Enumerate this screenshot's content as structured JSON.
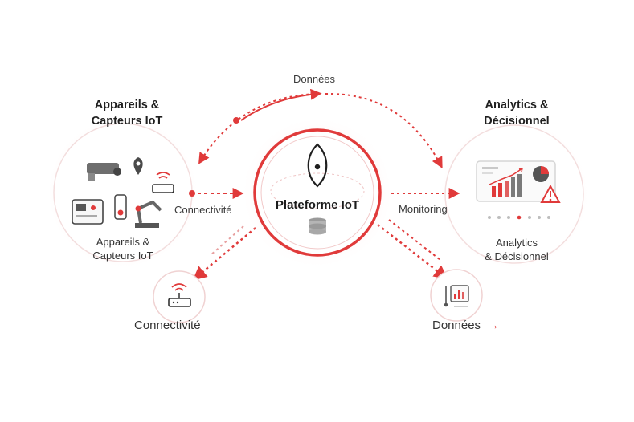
{
  "top_arc_label": "Données",
  "left_title_line1": "Appareils &",
  "left_title_line2": "Capteurs IoT",
  "right_title_line1": "Analytics &",
  "right_title_line2": "Décisionnel",
  "center_label": "Plateforme IoT",
  "left_connector_label": "Connectivité",
  "right_connector_label": "Monitoring",
  "left_sub_line1": "Appareils &",
  "left_sub_line2": "Capteurs IoT",
  "right_sub_line1": "Analytics",
  "right_sub_line2": "& Décisionnel",
  "bottom_left_label": "Connectivité",
  "bottom_right_label": "Données",
  "bottom_right_arrow": "→",
  "colors": {
    "accent": "#e03a3a",
    "soft": "#f6d5d5",
    "dark": "#2b2b2b"
  }
}
